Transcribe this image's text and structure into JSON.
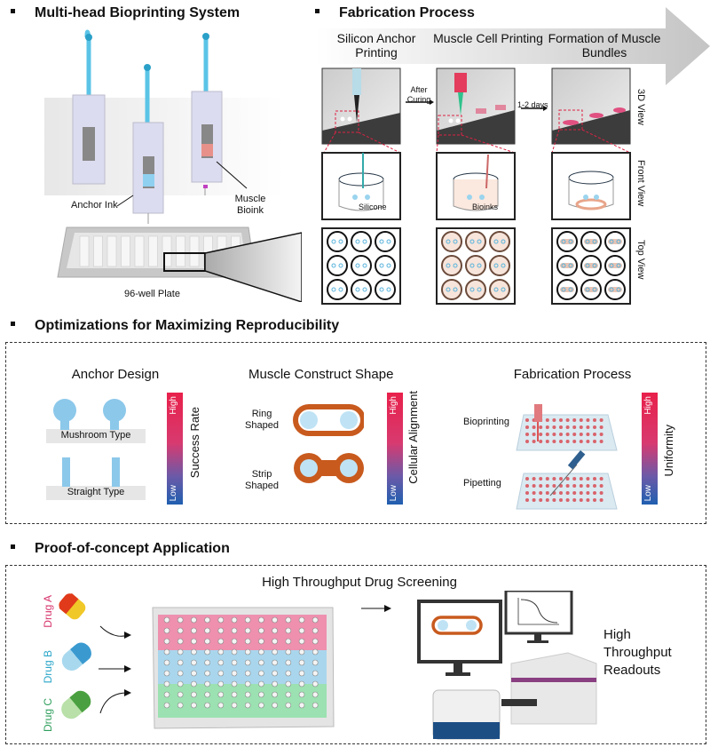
{
  "sections": {
    "bioprinting": {
      "title": "Multi-head Bioprinting System",
      "labels": {
        "anchor_ink": "Anchor Ink",
        "muscle_bioink": "Muscle Bioink",
        "plate": "96-well Plate"
      }
    },
    "fabrication": {
      "title": "Fabrication Process",
      "steps": [
        {
          "label": "Silicon Anchor Printing"
        },
        {
          "label": "Muscle Cell Printing"
        },
        {
          "label": "Formation of Muscle Bundles"
        }
      ],
      "transitions": [
        "After Curing",
        "1-2 days"
      ],
      "views": [
        "3D View",
        "Front View",
        "Top View"
      ],
      "front_labels": [
        "Silicone",
        "Bioinks"
      ]
    },
    "optimizations": {
      "title": "Optimizations for Maximizing Reproducibility",
      "panels": [
        {
          "heading": "Anchor Design",
          "items": [
            "Mushroom Type",
            "Straight Type"
          ],
          "scale_label": "Success Rate",
          "high": "High",
          "low": "Low"
        },
        {
          "heading": "Muscle Construct Shape",
          "items": [
            "Ring Shaped",
            "Strip Shaped"
          ],
          "scale_label": "Cellular Alignment",
          "high": "High",
          "low": "Low"
        },
        {
          "heading": "Fabrication Process",
          "items": [
            "Bioprinting",
            "Pipetting"
          ],
          "scale_label": "Uniformity",
          "high": "High",
          "low": "Low"
        }
      ]
    },
    "application": {
      "title": "Proof-of-concept Application",
      "heading": "High Throughput Drug Screening",
      "drugs": [
        {
          "name": "Drug A",
          "color": "#d6336c"
        },
        {
          "name": "Drug B",
          "color": "#2aa6c9"
        },
        {
          "name": "Drug C",
          "color": "#2e9e5b"
        }
      ],
      "readouts": "High Throughput Readouts"
    }
  },
  "colors": {
    "muscle": "#c85a1e",
    "anchor": "#8cc8ea",
    "high": "#e8204a",
    "low": "#1f5fb0"
  }
}
